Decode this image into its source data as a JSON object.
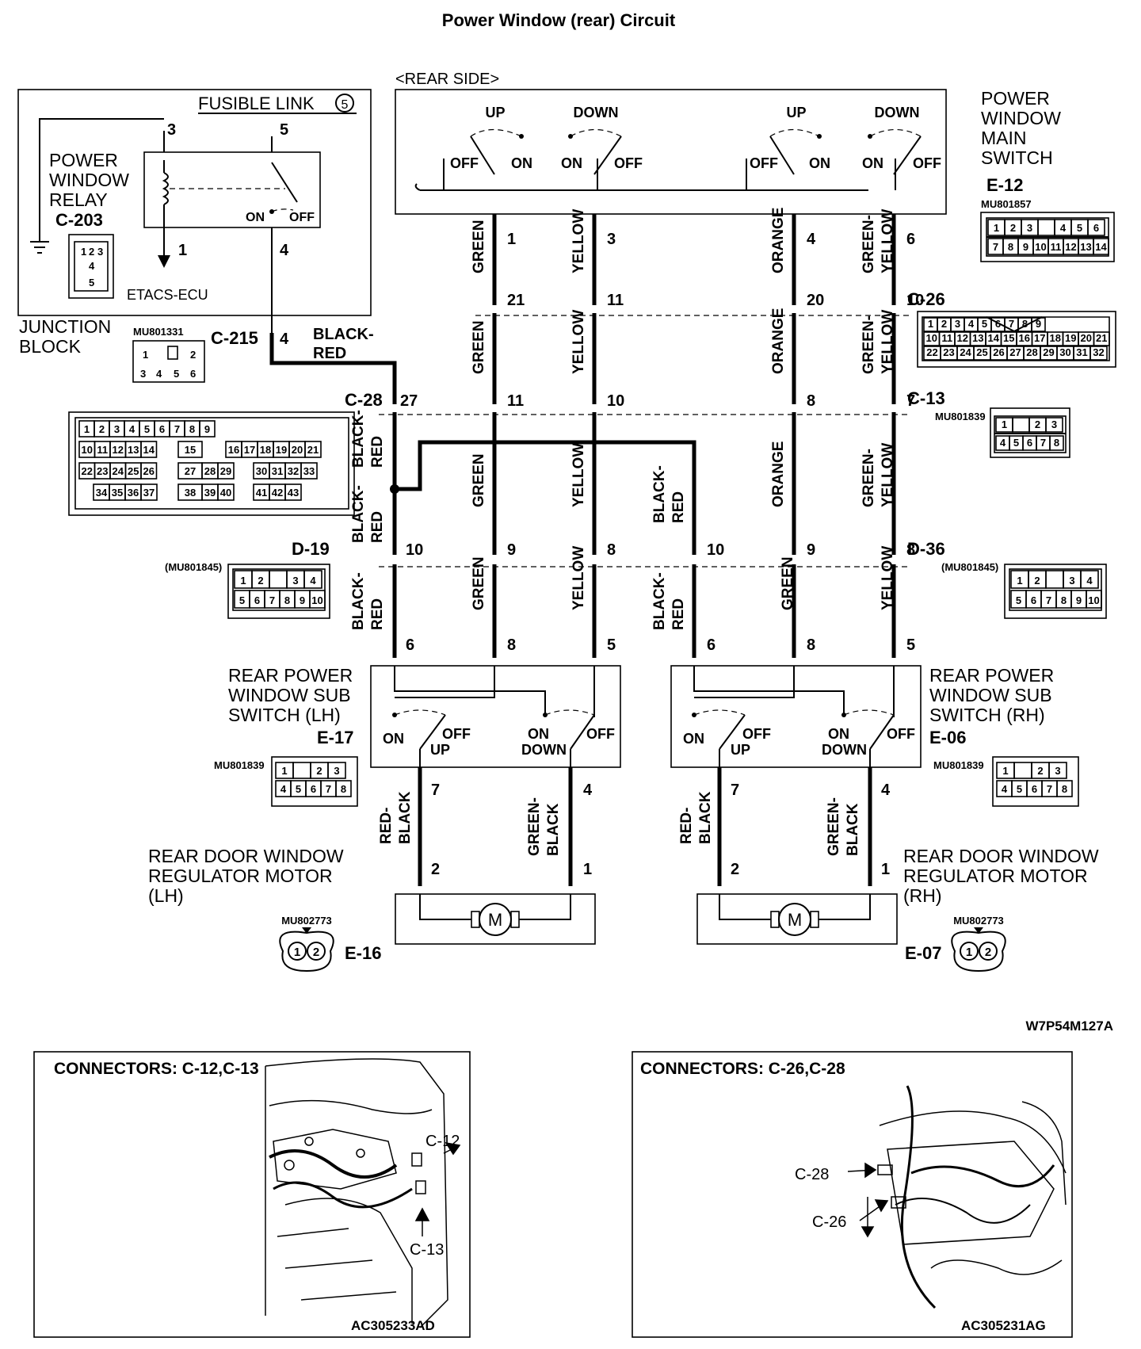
{
  "title": "Power Window (rear) Circuit",
  "rear_side": "<REAR SIDE>",
  "main_switch": {
    "lines": [
      "POWER",
      "WINDOW",
      "MAIN",
      "SWITCH"
    ],
    "id": "E-12",
    "part": "MU801857",
    "pins_top": [
      "1",
      "2",
      "3",
      "",
      "4",
      "5",
      "6"
    ],
    "pins_bottom": [
      "7",
      "8",
      "9",
      "10",
      "11",
      "12",
      "13",
      "14"
    ],
    "switches": [
      {
        "dir": "UP",
        "left": "OFF",
        "right": "ON"
      },
      {
        "dir": "DOWN",
        "left": "ON",
        "right": "OFF"
      },
      {
        "dir": "UP",
        "left": "OFF",
        "right": "ON"
      },
      {
        "dir": "DOWN",
        "left": "ON",
        "right": "OFF"
      }
    ]
  },
  "relay": {
    "fusible": "FUSIBLE LINK",
    "fusible_num": "5",
    "lines": [
      "POWER",
      "WINDOW",
      "RELAY"
    ],
    "id": "C-203",
    "pins": {
      "p3": "3",
      "p5": "5",
      "p1": "1",
      "p4": "4"
    },
    "on": "ON",
    "off": "OFF",
    "ecu": "ETACS-ECU",
    "conn_pins": [
      "1",
      "2",
      "3",
      "4",
      "5"
    ]
  },
  "junction": {
    "lines": [
      "JUNCTION",
      "BLOCK"
    ],
    "id": "C-215",
    "part": "MU801331",
    "pin": "4",
    "wire": [
      "BLACK-",
      "RED"
    ],
    "conn_pins": [
      "1",
      "",
      "2",
      "3",
      "4",
      "5",
      "6"
    ]
  },
  "wires_top": [
    {
      "color": "GREEN",
      "pin_top": "1",
      "pin_mid": "21",
      "pin_low": "11"
    },
    {
      "color": "YELLOW",
      "pin_top": "3",
      "pin_mid": "11",
      "pin_low": "10"
    },
    {
      "color": "ORANGE",
      "pin_top": "4",
      "pin_mid": "20",
      "pin_low": "8"
    },
    {
      "color": "GREEN-YELLOW",
      "pin_top": "6",
      "pin_mid": "10",
      "pin_low": "7"
    }
  ],
  "c26": {
    "id": "C-26",
    "row1": [
      "1",
      "2",
      "3",
      "4",
      "5",
      "6",
      "7",
      "8",
      "9"
    ],
    "row2": [
      "10",
      "11",
      "12",
      "13",
      "14",
      "15",
      "16",
      "17",
      "18",
      "19",
      "20",
      "21"
    ],
    "row3": [
      "22",
      "23",
      "24",
      "25",
      "26",
      "27",
      "28",
      "29",
      "30",
      "31",
      "32"
    ]
  },
  "c13": {
    "id": "C-13",
    "part": "MU801839",
    "top": [
      "1",
      "",
      "2",
      "3"
    ],
    "bottom": [
      "4",
      "5",
      "6",
      "7",
      "8"
    ]
  },
  "c28": {
    "id": "C-28",
    "pin": "27",
    "row1": [
      "1",
      "2",
      "3",
      "4",
      "5",
      "6",
      "7",
      "8",
      "9"
    ],
    "row2": [
      "10",
      "11",
      "12",
      "13",
      "14",
      "15",
      "16",
      "17",
      "18",
      "19",
      "20",
      "21"
    ],
    "row3": [
      "22",
      "23",
      "24",
      "25",
      "26",
      "27",
      "28",
      "29",
      "30",
      "31",
      "32",
      "33"
    ],
    "row4": [
      "34",
      "35",
      "36",
      "37",
      "38",
      "39",
      "40",
      "41",
      "42",
      "43"
    ]
  },
  "d19": {
    "id": "D-19",
    "part": "(MU801845)",
    "top": [
      "1",
      "2",
      "",
      "3",
      "4"
    ],
    "bottom": [
      "5",
      "6",
      "7",
      "8",
      "9",
      "10"
    ],
    "pins": [
      "10",
      "9",
      "8"
    ]
  },
  "d36": {
    "id": "D-36",
    "part": "(MU801845)",
    "top": [
      "1",
      "2",
      "",
      "3",
      "4"
    ],
    "bottom": [
      "5",
      "6",
      "7",
      "8",
      "9",
      "10"
    ],
    "pins": [
      "10",
      "9",
      "8"
    ]
  },
  "wire_labels": {
    "black_red": [
      "BLACK-",
      "RED"
    ],
    "green": "GREEN",
    "yellow": "YELLOW",
    "orange": "ORANGE",
    "green_yellow": [
      "GREEN-",
      "YELLOW"
    ],
    "red_black": [
      "RED-",
      "BLACK"
    ],
    "green_black": [
      "GREEN-",
      "BLACK"
    ]
  },
  "sub_lh": {
    "lines": [
      "REAR POWER",
      "WINDOW SUB",
      "SWITCH (LH)"
    ],
    "id": "E-17",
    "part": "MU801839",
    "pins_in": [
      "6",
      "8",
      "5"
    ],
    "pins_out": [
      "7",
      "4"
    ],
    "on": "ON",
    "off": "OFF",
    "up": "UP",
    "down": "DOWN",
    "conn_top": [
      "1",
      "",
      "2",
      "3"
    ],
    "conn_bottom": [
      "4",
      "5",
      "6",
      "7",
      "8"
    ]
  },
  "sub_rh": {
    "lines": [
      "REAR POWER",
      "WINDOW SUB",
      "SWITCH (RH)"
    ],
    "id": "E-06",
    "part": "MU801839",
    "pins_in": [
      "6",
      "8",
      "5"
    ],
    "pins_out": [
      "7",
      "4"
    ],
    "on": "ON",
    "off": "OFF",
    "up": "UP",
    "down": "DOWN",
    "conn_top": [
      "1",
      "",
      "2",
      "3"
    ],
    "conn_bottom": [
      "4",
      "5",
      "6",
      "7",
      "8"
    ]
  },
  "motor_lh": {
    "lines": [
      "REAR DOOR WINDOW",
      "REGULATOR MOTOR",
      "(LH)"
    ],
    "id": "E-16",
    "part": "MU802773",
    "pins": [
      "2",
      "1"
    ],
    "symbol": "M"
  },
  "motor_rh": {
    "lines": [
      "REAR DOOR WINDOW",
      "REGULATOR MOTOR",
      "(RH)"
    ],
    "id": "E-07",
    "part": "MU802773",
    "pins": [
      "2",
      "1"
    ],
    "symbol": "M"
  },
  "ref_code": "W7P54M127A",
  "panel_left": {
    "title": "CONNECTORS: C-12,C-13",
    "callouts": [
      "C-12",
      "C-13"
    ],
    "code": "AC305233AD"
  },
  "panel_right": {
    "title": "CONNECTORS: C-26,C-28",
    "callouts": [
      "C-28",
      "C-26"
    ],
    "code": "AC305231AG"
  },
  "colors": {
    "ink": "#000000",
    "paper": "#ffffff"
  }
}
